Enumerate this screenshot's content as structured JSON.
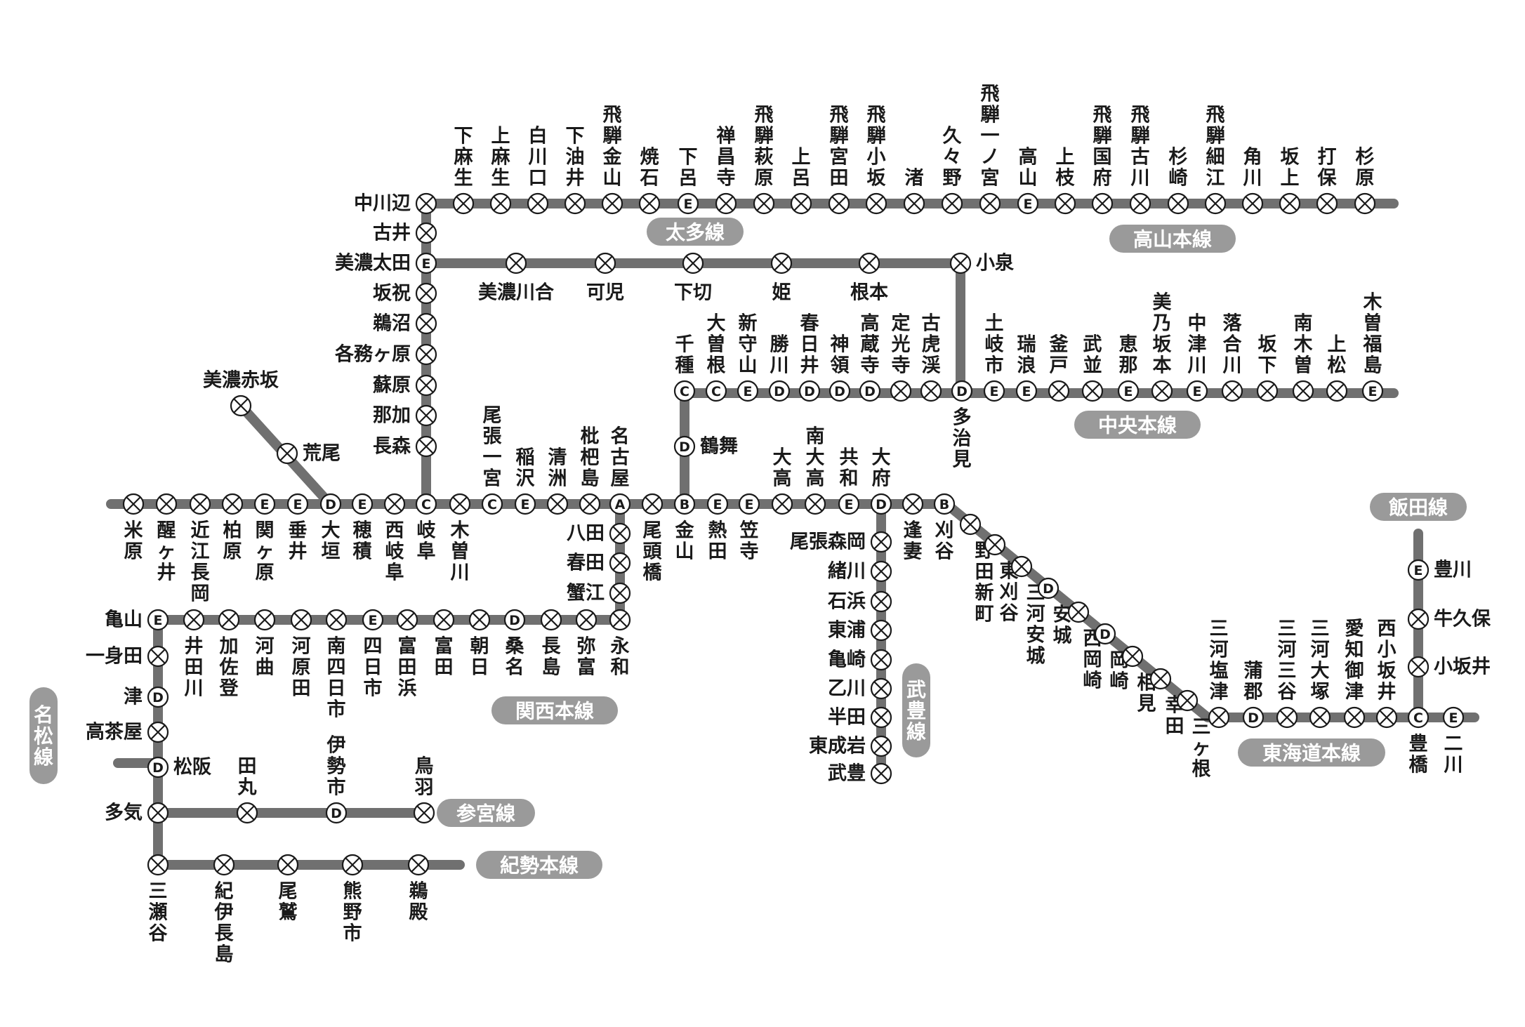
{
  "colors": {
    "line": "#707070",
    "pill": "#9a9a9a",
    "pill_text": "#ffffff",
    "station_stroke": "#1a1a1a",
    "background": "#ffffff"
  },
  "icon_names": {
    "X": "cross-station-icon",
    "A": "grade-a-station-icon",
    "B": "grade-b-station-icon",
    "C": "grade-c-station-icon",
    "D": "grade-d-station-icon",
    "E": "grade-e-station-icon"
  },
  "lines": {
    "takayama": "高山本線",
    "taita": "太多線",
    "chuo": "中央本線",
    "kansai": "関西本線",
    "meisho": "名松線",
    "sangu": "参宮線",
    "kisei": "紀勢本線",
    "taketoyo": "武豊線",
    "tokaido": "東海道本線",
    "iida": "飯田線"
  },
  "stations": {
    "takayama": [
      {
        "name": "中川辺",
        "code": "X"
      },
      {
        "name": "下麻生",
        "code": "X"
      },
      {
        "name": "上麻生",
        "code": "X"
      },
      {
        "name": "白川口",
        "code": "X"
      },
      {
        "name": "下油井",
        "code": "X"
      },
      {
        "name": "飛騨金山",
        "code": "X"
      },
      {
        "name": "焼石",
        "code": "X"
      },
      {
        "name": "下呂",
        "code": "E"
      },
      {
        "name": "禅昌寺",
        "code": "X"
      },
      {
        "name": "飛騨萩原",
        "code": "X"
      },
      {
        "name": "上呂",
        "code": "X"
      },
      {
        "name": "飛騨宮田",
        "code": "X"
      },
      {
        "name": "飛騨小坂",
        "code": "X"
      },
      {
        "name": "渚",
        "code": "X"
      },
      {
        "name": "久々野",
        "code": "X"
      },
      {
        "name": "飛騨一ノ宮",
        "code": "X"
      },
      {
        "name": "高山",
        "code": "E"
      },
      {
        "name": "上枝",
        "code": "X"
      },
      {
        "name": "飛騨国府",
        "code": "X"
      },
      {
        "name": "飛騨古川",
        "code": "X"
      },
      {
        "name": "杉崎",
        "code": "X"
      },
      {
        "name": "飛騨細江",
        "code": "X"
      },
      {
        "name": "角川",
        "code": "X"
      },
      {
        "name": "坂上",
        "code": "X"
      },
      {
        "name": "打保",
        "code": "X"
      },
      {
        "name": "杉原",
        "code": "X"
      }
    ],
    "takayama_south": [
      {
        "name": "古井",
        "code": "X"
      },
      {
        "name": "美濃太田",
        "code": "E"
      },
      {
        "name": "坂祝",
        "code": "X"
      },
      {
        "name": "鵜沼",
        "code": "X"
      },
      {
        "name": "各務ヶ原",
        "code": "X"
      },
      {
        "name": "蘇原",
        "code": "X"
      },
      {
        "name": "那加",
        "code": "X"
      },
      {
        "name": "長森",
        "code": "X"
      }
    ],
    "taita": [
      {
        "name": "美濃川合",
        "code": "X"
      },
      {
        "name": "可児",
        "code": "X"
      },
      {
        "name": "下切",
        "code": "X"
      },
      {
        "name": "姫",
        "code": "X"
      },
      {
        "name": "根本",
        "code": "X"
      },
      {
        "name": "小泉",
        "code": "X"
      }
    ],
    "chuo": [
      {
        "name": "千種",
        "code": "C"
      },
      {
        "name": "大曽根",
        "code": "C"
      },
      {
        "name": "新守山",
        "code": "E"
      },
      {
        "name": "勝川",
        "code": "D"
      },
      {
        "name": "春日井",
        "code": "D"
      },
      {
        "name": "神領",
        "code": "D"
      },
      {
        "name": "高蔵寺",
        "code": "D"
      },
      {
        "name": "定光寺",
        "code": "X"
      },
      {
        "name": "古虎渓",
        "code": "X"
      },
      {
        "name": "多治見",
        "code": "D"
      },
      {
        "name": "土岐市",
        "code": "E"
      },
      {
        "name": "瑞浪",
        "code": "E"
      },
      {
        "name": "釜戸",
        "code": "X"
      },
      {
        "name": "武並",
        "code": "X"
      },
      {
        "name": "恵那",
        "code": "E"
      },
      {
        "name": "美乃坂本",
        "code": "X"
      },
      {
        "name": "中津川",
        "code": "E"
      },
      {
        "name": "落合川",
        "code": "X"
      },
      {
        "name": "坂下",
        "code": "X"
      },
      {
        "name": "南木曽",
        "code": "X"
      },
      {
        "name": "上松",
        "code": "X"
      },
      {
        "name": "木曽福島",
        "code": "E"
      },
      {
        "name": "鶴舞",
        "code": "D"
      }
    ],
    "tokaido_west": [
      {
        "name": "米原",
        "code": "X"
      },
      {
        "name": "醒ヶ井",
        "code": "X"
      },
      {
        "name": "近江長岡",
        "code": "X"
      },
      {
        "name": "柏原",
        "code": "X"
      },
      {
        "name": "関ヶ原",
        "code": "E"
      },
      {
        "name": "垂井",
        "code": "E"
      },
      {
        "name": "大垣",
        "code": "D"
      },
      {
        "name": "穂積",
        "code": "E"
      },
      {
        "name": "西岐阜",
        "code": "X"
      },
      {
        "name": "岐阜",
        "code": "C"
      },
      {
        "name": "木曽川",
        "code": "X"
      },
      {
        "name": "尾張一宮",
        "code": "C"
      },
      {
        "name": "稲沢",
        "code": "E"
      },
      {
        "name": "清洲",
        "code": "X"
      },
      {
        "name": "枇杷島",
        "code": "X"
      },
      {
        "name": "名古屋",
        "code": "A"
      },
      {
        "name": "尾頭橋",
        "code": "X"
      },
      {
        "name": "金山",
        "code": "B"
      },
      {
        "name": "熱田",
        "code": "E"
      },
      {
        "name": "笠寺",
        "code": "E"
      },
      {
        "name": "大高",
        "code": "X"
      },
      {
        "name": "南大高",
        "code": "X"
      },
      {
        "name": "共和",
        "code": "E"
      },
      {
        "name": "大府",
        "code": "D"
      },
      {
        "name": "逢妻",
        "code": "X"
      },
      {
        "name": "刈谷",
        "code": "B"
      }
    ],
    "tarumi": [
      {
        "name": "美濃赤坂",
        "code": "X"
      },
      {
        "name": "荒尾",
        "code": "X"
      }
    ],
    "tokaido_east": [
      {
        "name": "野田新町",
        "code": "X"
      },
      {
        "name": "東刈谷",
        "code": "X"
      },
      {
        "name": "三河安城",
        "code": "X"
      },
      {
        "name": "安城",
        "code": "D"
      },
      {
        "name": "西岡崎",
        "code": "X"
      },
      {
        "name": "岡崎",
        "code": "D"
      },
      {
        "name": "相見",
        "code": "X"
      },
      {
        "name": "幸田",
        "code": "X"
      },
      {
        "name": "三ヶ根",
        "code": "X"
      },
      {
        "name": "三河塩津",
        "code": "X"
      },
      {
        "name": "蒲郡",
        "code": "D"
      },
      {
        "name": "三河三谷",
        "code": "X"
      },
      {
        "name": "三河大塚",
        "code": "X"
      },
      {
        "name": "愛知御津",
        "code": "X"
      },
      {
        "name": "西小坂井",
        "code": "X"
      },
      {
        "name": "豊橋",
        "code": "C"
      },
      {
        "name": "二川",
        "code": "E"
      }
    ],
    "taketoyo": [
      {
        "name": "尾張森岡",
        "code": "X"
      },
      {
        "name": "緒川",
        "code": "X"
      },
      {
        "name": "石浜",
        "code": "X"
      },
      {
        "name": "東浦",
        "code": "X"
      },
      {
        "name": "亀崎",
        "code": "X"
      },
      {
        "name": "乙川",
        "code": "X"
      },
      {
        "name": "半田",
        "code": "X"
      },
      {
        "name": "東成岩",
        "code": "X"
      },
      {
        "name": "武豊",
        "code": "X"
      }
    ],
    "iida": [
      {
        "name": "豊川",
        "code": "E"
      },
      {
        "name": "牛久保",
        "code": "X"
      },
      {
        "name": "小坂井",
        "code": "X"
      }
    ],
    "kansai": [
      {
        "name": "八田",
        "code": "X"
      },
      {
        "name": "春田",
        "code": "X"
      },
      {
        "name": "蟹江",
        "code": "X"
      },
      {
        "name": "永和",
        "code": "X"
      },
      {
        "name": "弥富",
        "code": "X"
      },
      {
        "name": "長島",
        "code": "X"
      },
      {
        "name": "桑名",
        "code": "D"
      },
      {
        "name": "朝日",
        "code": "X"
      },
      {
        "name": "富田",
        "code": "X"
      },
      {
        "name": "富田浜",
        "code": "X"
      },
      {
        "name": "四日市",
        "code": "E"
      },
      {
        "name": "南四日市",
        "code": "X"
      },
      {
        "name": "河原田",
        "code": "X"
      },
      {
        "name": "河曲",
        "code": "X"
      },
      {
        "name": "加佐登",
        "code": "X"
      },
      {
        "name": "井田川",
        "code": "X"
      },
      {
        "name": "亀山",
        "code": "E"
      }
    ],
    "kisei": [
      {
        "name": "一身田",
        "code": "X"
      },
      {
        "name": "津",
        "code": "D"
      },
      {
        "name": "高茶屋",
        "code": "X"
      },
      {
        "name": "松阪",
        "code": "D"
      },
      {
        "name": "多気",
        "code": "X"
      },
      {
        "name": "三瀬谷",
        "code": "X"
      },
      {
        "name": "紀伊長島",
        "code": "X"
      },
      {
        "name": "尾鷲",
        "code": "X"
      },
      {
        "name": "熊野市",
        "code": "X"
      },
      {
        "name": "鵜殿",
        "code": "X"
      }
    ],
    "sangu": [
      {
        "name": "田丸",
        "code": "X"
      },
      {
        "name": "伊勢市",
        "code": "D"
      },
      {
        "name": "鳥羽",
        "code": "X"
      }
    ]
  }
}
